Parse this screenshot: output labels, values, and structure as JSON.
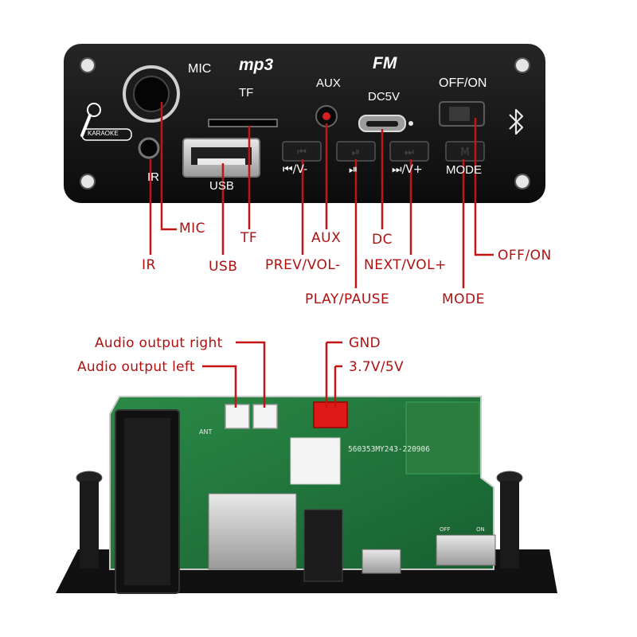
{
  "front_panel": {
    "text": {
      "mic": "MIC",
      "mp3": "mp3",
      "fm": "FM",
      "tf": "TF",
      "aux": "AUX",
      "dc5v": "DC5V",
      "off_on": "OFF/ON",
      "usb": "USB",
      "ir": "IR",
      "mode": "MODE",
      "karaoke": "KARAOKE",
      "prev_symbol": "⏮/V-",
      "play_symbol": "⏯",
      "next_symbol": "⏭/V+"
    },
    "callouts": {
      "mic": "MIC",
      "tf": "TF",
      "aux": "AUX",
      "dc": "DC",
      "off_on": "OFF/ON",
      "ir": "IR",
      "usb": "USB",
      "prev_vol": "PREV/VOL-",
      "next_vol": "NEXT/VOL+",
      "play_pause": "PLAY/PAUSE",
      "mode": "MODE"
    }
  },
  "back_board": {
    "callouts": {
      "audio_right": "Audio output right",
      "audio_left": "Audio output left",
      "gnd": "GND",
      "power": "3.7V/5V"
    },
    "pcb_text": {
      "serial": "560353MY243-220906",
      "ant": "ANT",
      "off": "OFF",
      "on": "ON"
    }
  },
  "colors": {
    "callout": "#b01010",
    "panel": "#141414",
    "pcb": "#1f7a3a"
  }
}
